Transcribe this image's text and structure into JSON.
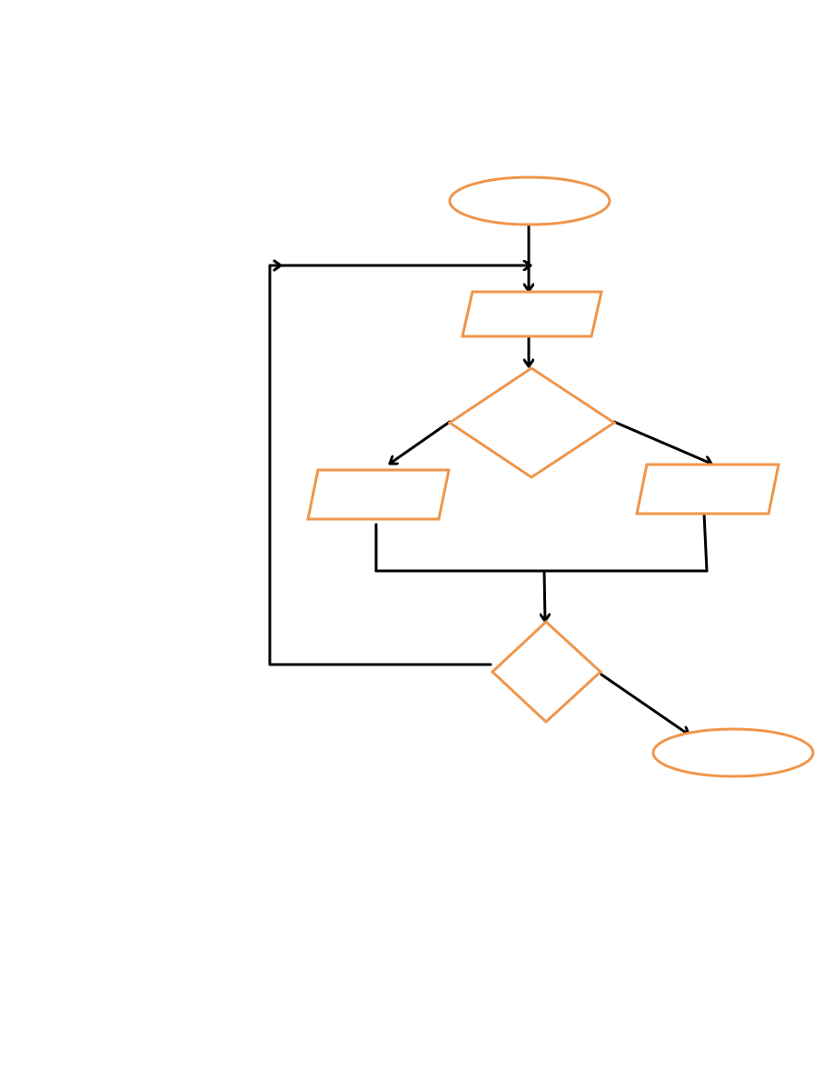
{
  "diagram": {
    "type": "flowchart",
    "colors": {
      "node_outline": "#F0954A",
      "edge": "#000000",
      "background": "#FFFFFF"
    },
    "nodes": [
      {
        "id": "start",
        "shape": "ellipse",
        "label": ""
      },
      {
        "id": "input",
        "shape": "parallelogram",
        "label": ""
      },
      {
        "id": "decision",
        "shape": "diamond",
        "label": ""
      },
      {
        "id": "left-branch",
        "shape": "parallelogram",
        "label": ""
      },
      {
        "id": "right-branch",
        "shape": "parallelogram",
        "label": ""
      },
      {
        "id": "loop-decision",
        "shape": "diamond",
        "label": ""
      },
      {
        "id": "end",
        "shape": "ellipse",
        "label": ""
      }
    ],
    "edges": [
      {
        "from": "start",
        "to": "input"
      },
      {
        "from": "input",
        "to": "decision"
      },
      {
        "from": "decision",
        "to": "left-branch"
      },
      {
        "from": "decision",
        "to": "right-branch"
      },
      {
        "from": "left-branch",
        "to": "loop-decision"
      },
      {
        "from": "right-branch",
        "to": "loop-decision"
      },
      {
        "from": "loop-decision",
        "to": "input",
        "kind": "loop-back"
      },
      {
        "from": "loop-decision",
        "to": "end"
      }
    ]
  }
}
